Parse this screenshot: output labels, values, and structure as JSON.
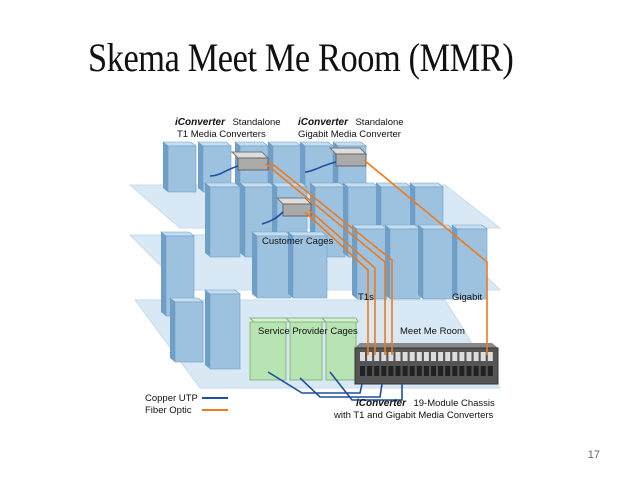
{
  "page": {
    "title": "Skema Meet Me Room (MMR)",
    "number": "17"
  },
  "diagram": {
    "top_left_label": {
      "brand": "iConverter",
      "line1_rest": "Standalone",
      "line2": "T1 Media Converters"
    },
    "top_right_label": {
      "brand": "iConverter",
      "line1_rest": "Standalone",
      "line2": "Gigabit Media Converter"
    },
    "customer_cages": "Customer Cages",
    "t1s": "T1s",
    "gigabit": "Gigabit",
    "service_provider_cages": "Service Provider Cages",
    "meet_me_room": "Meet Me Room",
    "legend": {
      "copper": "Copper UTP",
      "fiber": "Fiber Optic"
    },
    "chassis_label": {
      "brand": "iConverter",
      "line1_rest": "19-Module Chassis",
      "line2": "with T1 and Gigabit Media Converters"
    },
    "colors": {
      "rack": "#9dc2e0",
      "rack_dark": "#6f9ec6",
      "floor": "#d9e8f5",
      "service_cage": "#b8e3b2",
      "copper": "#1f4f9e",
      "fiber": "#f07a1a",
      "chassis": "#555555"
    }
  }
}
